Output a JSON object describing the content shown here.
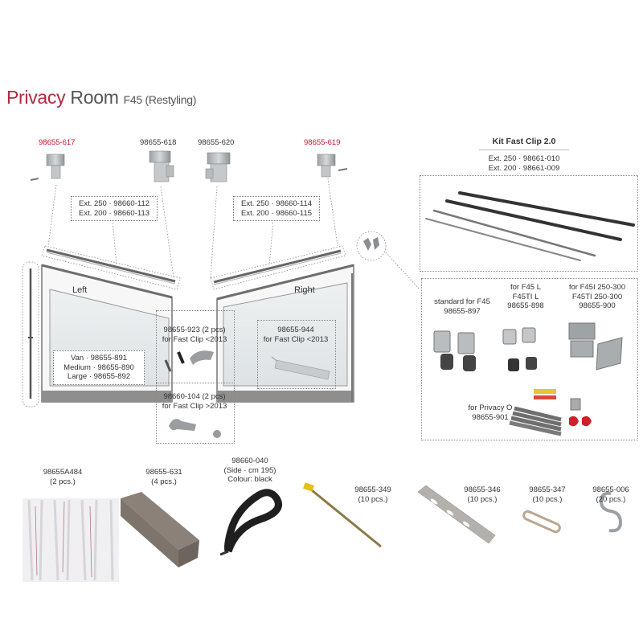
{
  "title": {
    "brand": "Privacy",
    "product": "Room",
    "model": "F45 (Restyling)"
  },
  "top_parts": [
    {
      "code": "98655-617",
      "highlight": true
    },
    {
      "code": "98655-618",
      "highlight": false
    },
    {
      "code": "98655-620",
      "highlight": false
    },
    {
      "code": "98655-619",
      "highlight": true
    }
  ],
  "ext_left": {
    "line1": "Ext. 250 · 98660-112",
    "line2": "Ext. 200 · 98660-113"
  },
  "ext_right": {
    "line1": "Ext. 250 · 98660-114",
    "line2": "Ext. 200 · 98660-115"
  },
  "room": {
    "left_label": "Left",
    "right_label": "Right"
  },
  "sizes": {
    "van": "Van · 98655-891",
    "medium": "Medium · 98655-890",
    "large": "Large · 98655-892"
  },
  "clip_923": {
    "line1": "98655-923 (2 pcs)",
    "line2": "for Fast Clip <2013"
  },
  "clip_104": {
    "line1": "98660-104 (2 pcs)",
    "line2": "for Fast Clip >2013"
  },
  "clip_944": {
    "line1": "98655-944",
    "line2": "for Fast Clip <2013"
  },
  "kit": {
    "title": "Kit Fast Clip 2.0",
    "line1": "Ext. 250 · 98661-010",
    "line2": "Ext. 200 · 98661-009"
  },
  "brackets": [
    {
      "line1": "standard for F45",
      "line2": "98655-897",
      "line3": ""
    },
    {
      "line1": "for F45 L",
      "line2": "F45TI L",
      "line3": "98655-898"
    },
    {
      "line1": "for F45I 250-300",
      "line2": "F45TI 250-300",
      "line3": "98655-900"
    }
  ],
  "privacy_o": {
    "line1": "for Privacy O",
    "line2": "98655-901"
  },
  "bottom_parts": [
    {
      "line1": "98655A484",
      "line2": "(2 pcs.)",
      "line3": ""
    },
    {
      "line1": "98655-631",
      "line2": "(4 pcs.)",
      "line3": ""
    },
    {
      "line1": "98660-040",
      "line2": "(Side · cm 195)",
      "line3": "Colour: black"
    },
    {
      "line1": "98655-349",
      "line2": "(10 pcs.)",
      "line3": ""
    },
    {
      "line1": "98655-346",
      "line2": "(10 pcs.)",
      "line3": ""
    },
    {
      "line1": "98655-347",
      "line2": "(10 pcs.)",
      "line3": ""
    },
    {
      "line1": "98655-006",
      "line2": "(20 pcs.)",
      "line3": ""
    }
  ],
  "colors": {
    "brand": "#b02a3e",
    "part_code_red": "#c8102e",
    "frame": "#6e6e6e",
    "window": "#e4e8ea"
  }
}
